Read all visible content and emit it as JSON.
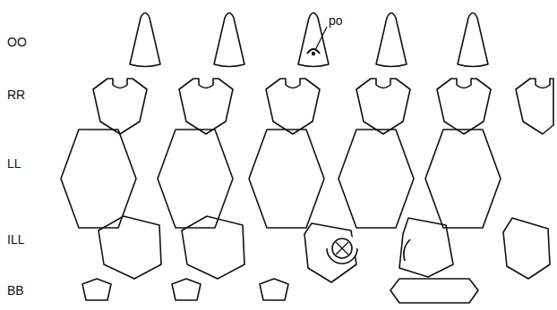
{
  "diagram": {
    "labels": [
      "OO",
      "RR",
      "LL",
      "ILL",
      "BB",
      "po"
    ]
  }
}
